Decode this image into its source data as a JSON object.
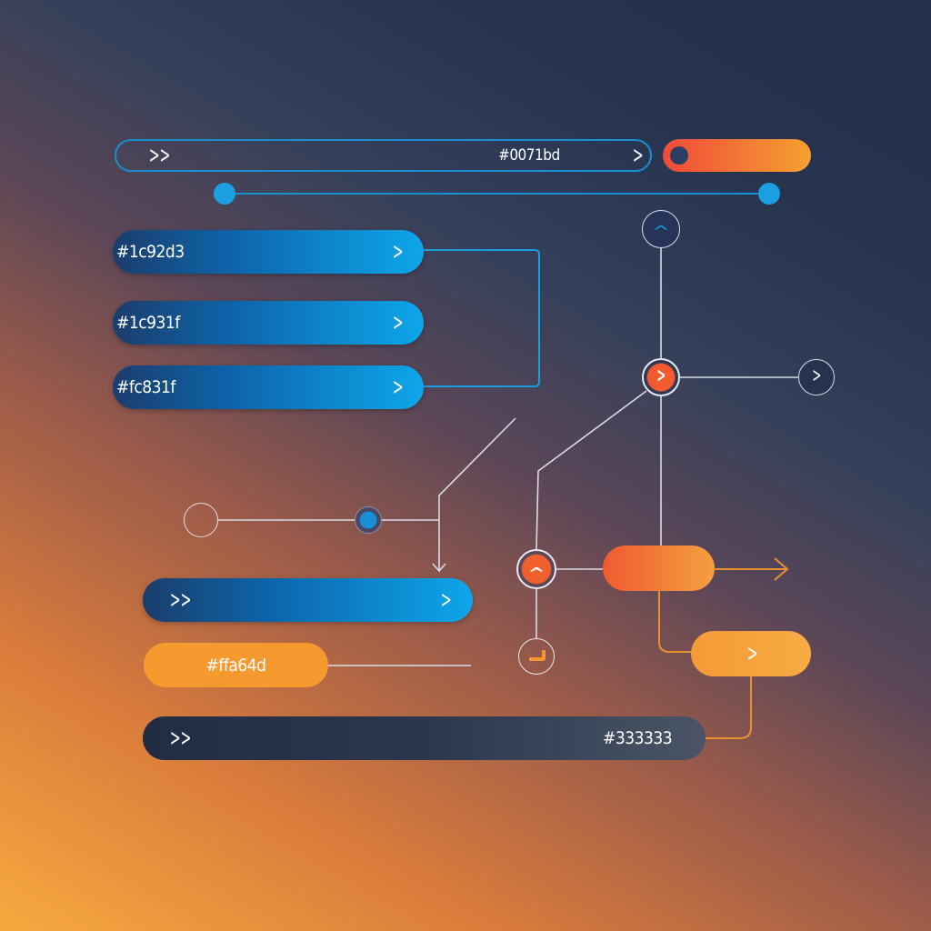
{
  "top_input": {
    "value": "#0071bd",
    "prefix_icon": "double-chevron-right",
    "suffix_icon": "chevron-right"
  },
  "toggle": {
    "on": true
  },
  "slider": {
    "min_handle": 0,
    "max_handle": 1
  },
  "blue_buttons": [
    {
      "label": "#1c92d3"
    },
    {
      "label": "#1c931f"
    },
    {
      "label": "#fc831f"
    }
  ],
  "wide_blue_button": {
    "icon": "double-chevron-right"
  },
  "orange_pill": {
    "label": "#ffa64d"
  },
  "dark_bar": {
    "label": "#333333"
  },
  "colors": {
    "accent_blue": "#0ea6ea",
    "accent_orange": "#f5a030",
    "accent_red": "#f04a3a",
    "dark": "#24304d"
  }
}
